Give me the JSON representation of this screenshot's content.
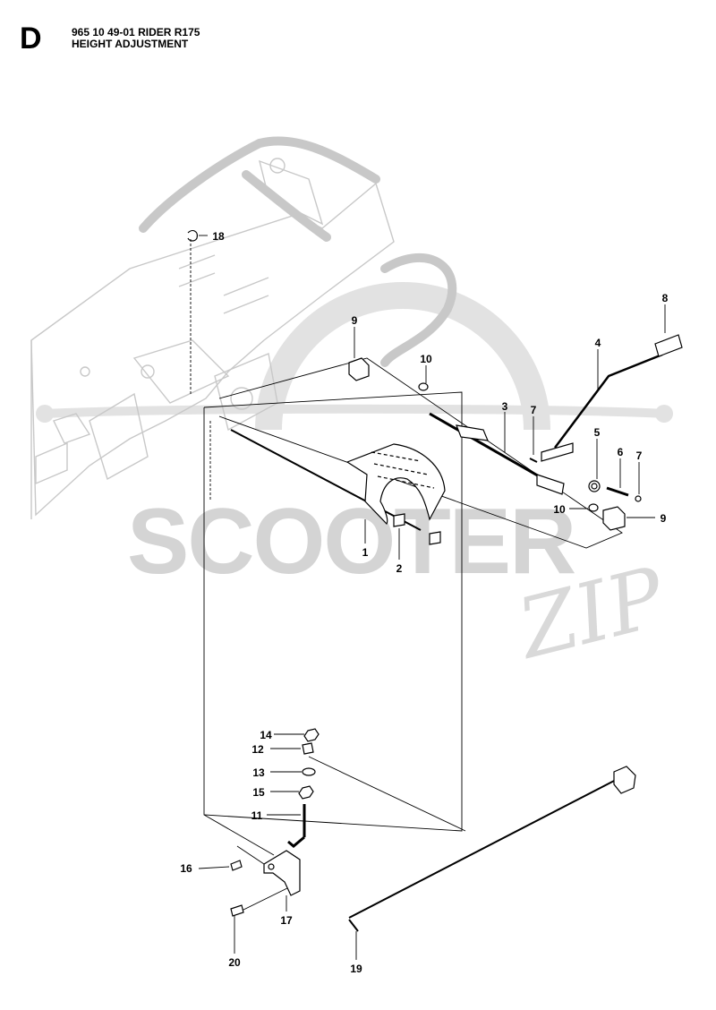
{
  "header": {
    "section": "D",
    "model": "965 10 49-01 RIDER R175",
    "assembly": "HEIGHT ADJUSTMENT"
  },
  "watermark": {
    "brand": "SCOOTER",
    "brand_suffix": "ZIP"
  },
  "callouts": {
    "c1": "1",
    "c2": "2",
    "c3": "3",
    "c4": "4",
    "c5": "5",
    "c6": "6",
    "c7a": "7",
    "c7b": "7",
    "c8": "8",
    "c9a": "9",
    "c9b": "9",
    "c10a": "10",
    "c10b": "10",
    "c11": "11",
    "c12": "12",
    "c13": "13",
    "c14": "14",
    "c15": "15",
    "c16": "16",
    "c17": "17",
    "c18": "18",
    "c19": "19",
    "c20": "20"
  }
}
